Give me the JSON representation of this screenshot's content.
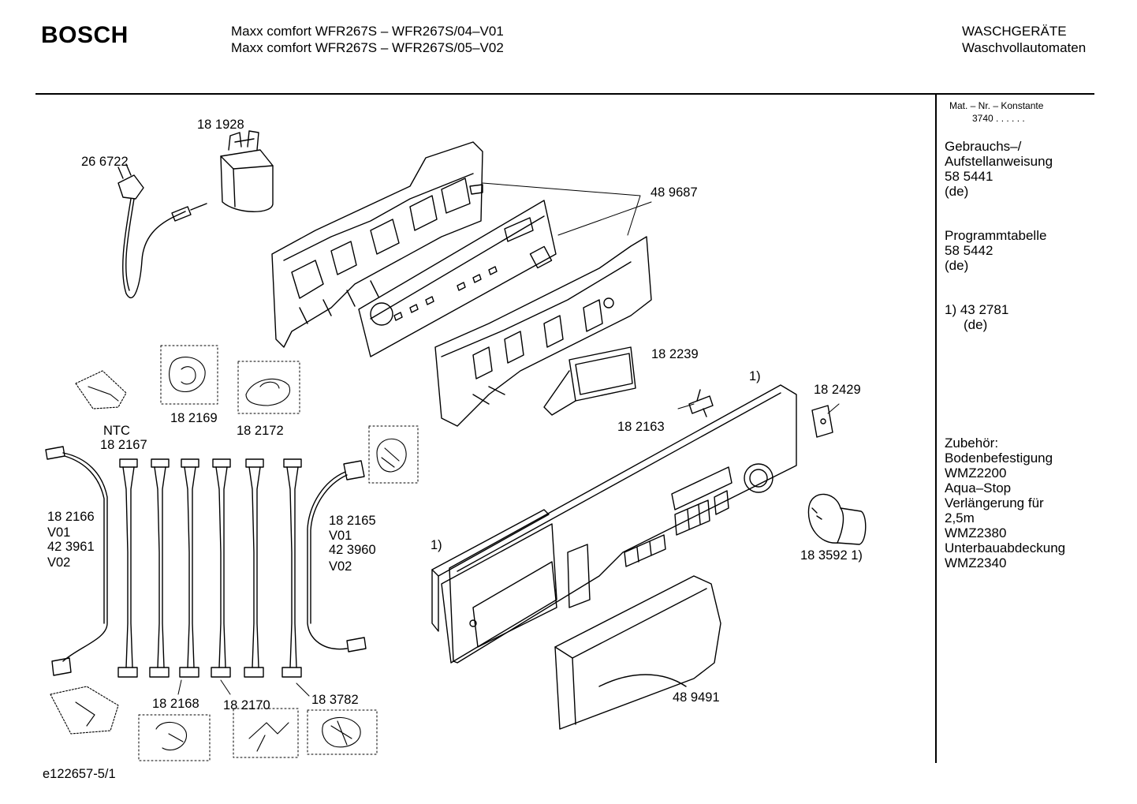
{
  "header": {
    "brand": "BOSCH",
    "model_lines": [
      "Maxx comfort WFR267S – WFR267S/04–V01",
      "Maxx comfort WFR267S – WFR267S/05–V02"
    ],
    "category_lines": [
      "WASCHGERÄTE",
      "Waschvollautomaten"
    ]
  },
  "parts": {
    "p1": "18 1928",
    "p2": "26 6722",
    "p3": "48 9687",
    "p4": "18 2239",
    "p5": "1)",
    "p6": "18 2429",
    "p7": "18 2163",
    "p8": "NTC",
    "p9": "18 2167",
    "p10": "18 2169",
    "p11": "18 2172",
    "p12": "18 2166",
    "p13": "V01",
    "p14": "42 3961",
    "p15": "V02",
    "p16": "18 2165",
    "p17": "V01",
    "p18": "42 3960",
    "p19": "V02",
    "p20": "1)",
    "p21": "18 3592 1)",
    "p22": "18 2168",
    "p23": "18 2170",
    "p24": "18 3782",
    "p25": "48 9491"
  },
  "sidebar": {
    "mat_line1": "Mat. – Nr. – Konstante",
    "mat_line2": "3740  .  .    .  .  .  .",
    "manual_lines": [
      "Gebrauchs–/",
      "Aufstellanweisung",
      "58 5441",
      "(de)"
    ],
    "program_lines": [
      "Programmtabelle",
      "58 5442",
      "(de)"
    ],
    "note_lines": [
      "1)  43 2781",
      "(de)"
    ],
    "accessory_lines": [
      "Zubehör:",
      "Bodenbefestigung",
      "WMZ2200",
      "Aqua–Stop",
      "Verlängerung für",
      "2,5m",
      "WMZ2380",
      "Unterbauabdeckung",
      "WMZ2340"
    ]
  },
  "footer": {
    "code": "e122657-5/1"
  }
}
